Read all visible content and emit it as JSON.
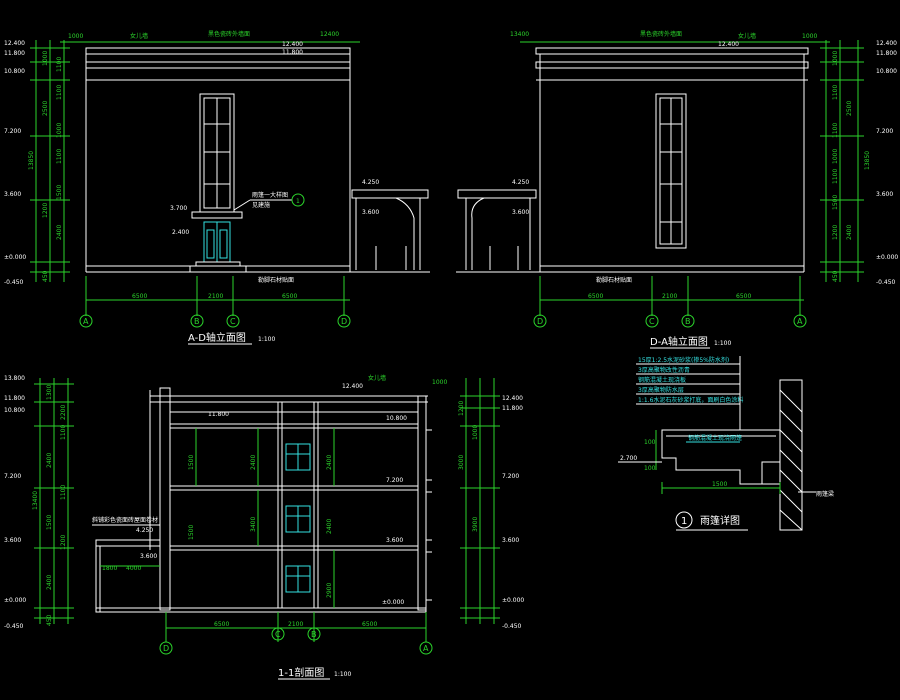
{
  "views": {
    "front": {
      "title": "A-D轴立面图",
      "scale": "1:100",
      "axes": [
        "A",
        "B",
        "C",
        "D"
      ],
      "dims_bottom": [
        "6500",
        "2100",
        "6500"
      ],
      "levels": [
        "12.400",
        "11.800",
        "10.800",
        "7.200",
        "3.600",
        "±0.000",
        "-0.450"
      ],
      "side_dims": [
        "1000",
        "1100",
        "2500",
        "1100",
        "1000",
        "1100",
        "1500",
        "1200",
        "2400",
        "450",
        "13850"
      ],
      "top_notes": [
        "女儿墙",
        "黑色瓷砖外墙面",
        "1000",
        "12400",
        "11.800"
      ],
      "canopy_levels": [
        "4.250",
        "3.600",
        "3.700",
        "2.400"
      ],
      "callout": "雨篷一大样图",
      "callout2": "见建施",
      "callout_num": "1",
      "base_note": "勒脚石材贴面"
    },
    "back": {
      "title": "D-A轴立面图",
      "scale": "1:100",
      "axes": [
        "D",
        "C",
        "B",
        "A"
      ],
      "dims_bottom": [
        "6500",
        "2100",
        "6500"
      ],
      "levels": [
        "12.400",
        "11.800",
        "10.800",
        "7.200",
        "3.600",
        "±0.000",
        "-0.450"
      ],
      "side_dims": [
        "1000",
        "1100",
        "2500",
        "1100",
        "1000",
        "1100",
        "1500",
        "1200",
        "2400",
        "450",
        "13850"
      ],
      "top_notes": [
        "黑色瓷砖外墙面",
        "女儿墙",
        "12.400",
        "1000",
        "13400"
      ],
      "canopy_levels": [
        "4.250",
        "3.600"
      ],
      "base_note": "勒脚石材贴面"
    },
    "section": {
      "title": "1-1剖面图",
      "scale": "1:100",
      "axes": [
        "D",
        "C",
        "B",
        "A"
      ],
      "dims_bottom": [
        "6500",
        "2100",
        "6500"
      ],
      "levels": [
        "13.800",
        "12.400",
        "11.800",
        "10.800",
        "7.200",
        "3.600",
        "±0.000",
        "-0.450"
      ],
      "floor_levels": [
        "10.800",
        "7.200",
        "3.600",
        "±0.000",
        "4.250",
        "3.600"
      ],
      "side_dims": [
        "1300",
        "2200",
        "1100",
        "2400",
        "1100",
        "1500",
        "1200",
        "2400",
        "450",
        "13400",
        "1200",
        "1000",
        "3000",
        "3900"
      ],
      "inner_dims": [
        "2400",
        "1500",
        "2400",
        "1500",
        "2900",
        "2400",
        "3400",
        "1800",
        "4000"
      ],
      "note_left": "斜铺彩色瓷面砖屋面卷材",
      "top_notes": [
        "女儿墙",
        "12.400",
        "11.800",
        "1000"
      ]
    },
    "detail": {
      "title": "雨篷详图",
      "callout_num": "1",
      "layers": [
        "15厚1:2.5水泥砂浆(掺5%防水剂)",
        "3厚高聚物改性沥青",
        "钢筋混凝土现浇板",
        "3厚高聚物防水层",
        "1:1.6水泥石灰砂浆打底，面刷白色涂料"
      ],
      "inner_label": "钢筋混凝土现浇雨篷",
      "dims": [
        "1500",
        "100",
        "100",
        "2.700"
      ],
      "wall_label": "雨篷梁"
    }
  },
  "colors": {
    "background": "#000000",
    "lines": "#ffffff",
    "dimensions": "#2bd42b",
    "windows": "#35e0e0"
  }
}
